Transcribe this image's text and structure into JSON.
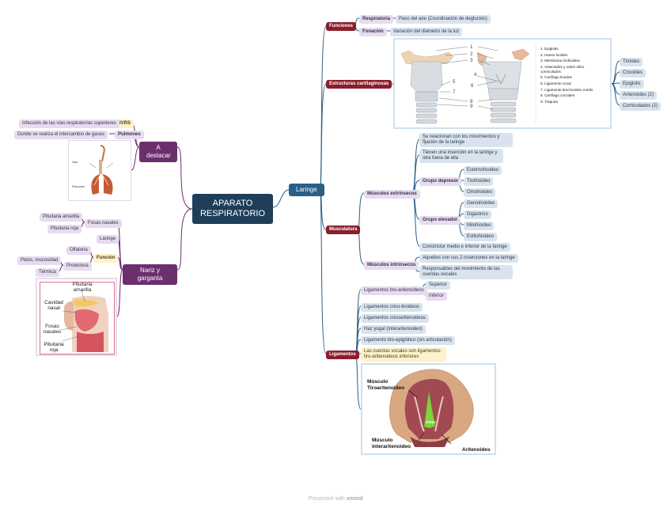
{
  "central": {
    "line1": "APARATO",
    "line2": "RESPIRATORIO"
  },
  "laringe": {
    "label": "Laringe",
    "funciones": {
      "label": "Funciones",
      "items": [
        {
          "key": "Respiratoria",
          "value": "Paso del aire (Coordinación de deglución)"
        },
        {
          "key": "Fonación",
          "value": "Variación del diámetro de la luz"
        }
      ]
    },
    "estructuras": {
      "label": "Estructuras cartilaginosas",
      "image_numbers": [
        "1",
        "2",
        "3",
        "4",
        "5",
        "6",
        "7",
        "8",
        "9"
      ],
      "legend": [
        "1. Epiglotis",
        "2. Hueso hioides",
        "3. Membrana tirohioidea",
        "4. Aritenoides y sobre ellos",
        "corniculados",
        "5. Cartílago tiroides",
        "6. Ligamento vocal",
        "7. Ligamento tirocricoideo medio",
        "8. Cartílago cricoides",
        "9. Tráquea"
      ],
      "items": [
        "Tiroides",
        "Cricoides",
        "Epiglotis",
        "Aritenoides (2)",
        "Corniculados (2)"
      ]
    },
    "musculatura": {
      "label": "Musculatura",
      "extrinsecos": {
        "label": "Músculos extrínsecos",
        "desc1": "Se relacionan con los movimientos y fijación de la laringe",
        "desc2": "Tienen una inserción en la laringe y otra fuera de ella",
        "depresor": {
          "label": "Grupo depresor",
          "items": [
            "Esternohioideo",
            "Tirohioideo",
            "Omohioideo"
          ]
        },
        "elevador": {
          "label": "Grupo elevador",
          "items": [
            "Geniohioideo",
            "Digástrico",
            "Milohioideo",
            "Estilohioideo"
          ]
        },
        "constrictor": "Constrictor medio e inferior de la faringe"
      },
      "intrinsecos": {
        "label": "Músculos intrínsecos",
        "items": [
          "Aquellos con sus 2 inserciones en la laringe",
          "Responsables del movimiento de las cuerdas vocales"
        ]
      }
    },
    "ligamentos": {
      "label": "Ligamentos",
      "tiro_aritenoideos": {
        "label": "Ligamentos tiro-aritenoideos",
        "items": [
          "Superior",
          "Inferior"
        ]
      },
      "items": [
        "Ligamentos crico-tiroideos",
        "Ligamentos cricoaritenoideos",
        "Haz yugal (interaritenoideo)",
        "Ligamento tiro-epiglótico (sin articulación)"
      ],
      "note": "Las cuerdas vocales son ligamentos tiro-aritenoideos inferiores",
      "image_labels": {
        "tiro1": "Músculo",
        "tiro2": "Tiroaritenoideo",
        "glotis": "Glotis",
        "inter1": "Músculo",
        "inter2": "interaritenoideo",
        "arit": "Aritenoides"
      }
    }
  },
  "destacar": {
    "label": "A destacar",
    "items": [
      {
        "key": "IVRS",
        "value": "Infección de las vías respiratorias superiores"
      },
      {
        "key": "Pulmones",
        "value": "Donde se realiza el intercambio de gases"
      }
    ],
    "image_labels": {
      "vias": "Vías",
      "pulmones": "Pulmones"
    }
  },
  "nariz": {
    "label": "Nariz y garganta",
    "fosas": {
      "label": "Fosas nasales",
      "items": [
        "Pituitaria amarilla",
        "Pituitaria roja"
      ]
    },
    "laringe": "Laringe",
    "funcion": {
      "label": "Función",
      "olfatoria": "Olfatoria",
      "protectora": {
        "label": "Protectora",
        "items": [
          "Pelos, mucosidad",
          "Térmica"
        ]
      }
    },
    "image_labels": {
      "pit_am1": "Pituitaria",
      "pit_am2": "amarilla",
      "cav1": "Cavidad",
      "cav2": "nasal",
      "fosas1": "Fosas",
      "fosas2": "nasales",
      "pit_r1": "Pituitaria",
      "pit_r2": "roja"
    }
  },
  "footer": {
    "prefix": "Presented with ",
    "brand": "xmind"
  },
  "colors": {
    "central": "#1e3e5a",
    "laringe": "#2a5f86",
    "branch_red": "#8b1d2c",
    "left_branch": "#6b2f6e",
    "line_blue": "#2a5f86",
    "line_plum": "#6b2f6e"
  }
}
